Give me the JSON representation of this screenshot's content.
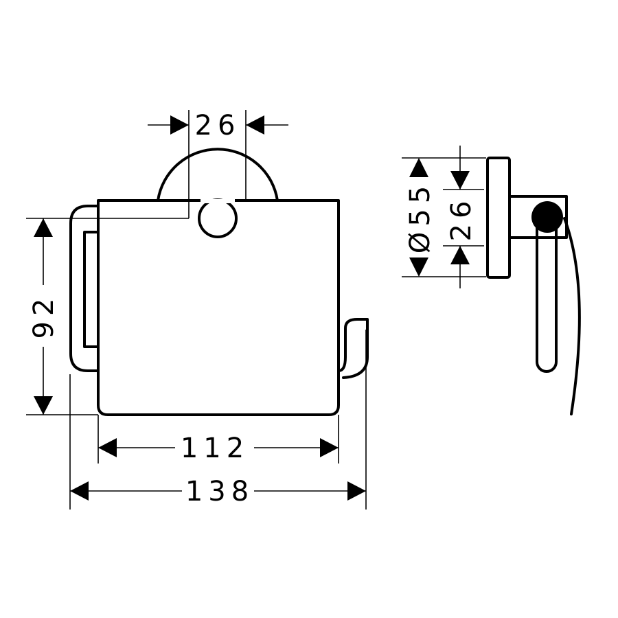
{
  "dimensions": {
    "axle_width": "26",
    "height": "92",
    "cover_width": "112",
    "overall_width": "138",
    "rosette_diameter": "Ø55",
    "side_axle": "26"
  },
  "colors": {
    "line": "#000000",
    "background": "#ffffff"
  }
}
